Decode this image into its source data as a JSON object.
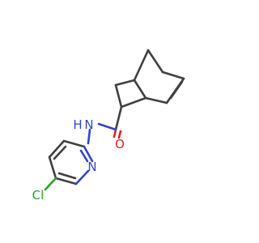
{
  "molecule": {
    "atoms": {
      "amide_n": "N",
      "amide_h": "H",
      "carbonyl_o": "O",
      "pyridine_n": "N",
      "chlorine": "Cl"
    },
    "colors": {
      "bond": "#404040",
      "nitrogen": "#3344cc",
      "oxygen": "#e02020",
      "chlorine": "#2aa02a",
      "background": "#ffffff"
    }
  }
}
